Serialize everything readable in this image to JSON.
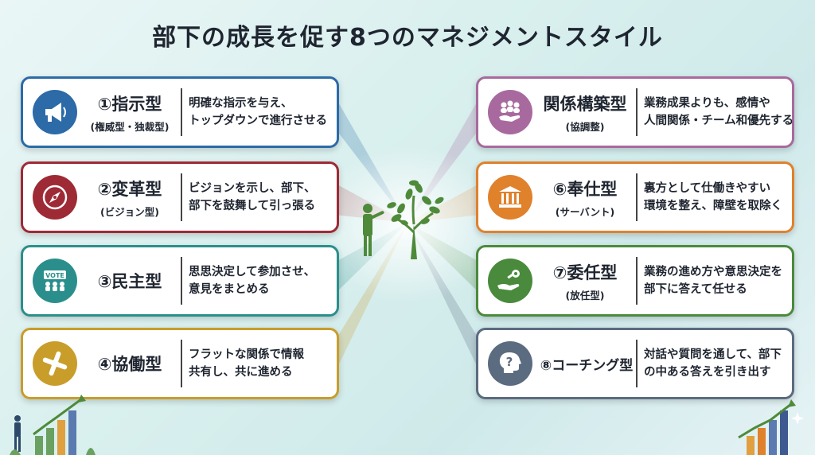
{
  "title": "部下の成長を促す8つのマネジメントスタイル",
  "colors": {
    "s1": "#2c6aa8",
    "s2": "#9e2a35",
    "s3": "#2a8f8c",
    "s4": "#c99d2a",
    "s5": "#a86a9e",
    "s6": "#e0812c",
    "s7": "#4a8a3c",
    "s8": "#5b6b80"
  },
  "styles": [
    {
      "name": "①指示型",
      "sub": "(権威型・独裁型)",
      "desc1": "明確な指示を与え、",
      "desc2": "トップダウンで進行させる",
      "icon": "megaphone-icon"
    },
    {
      "name": "②変革型",
      "sub": "(ビジョン型)",
      "desc1": "ビジョンを示し、部下、",
      "desc2": "部下を鼓舞して引っ張る",
      "icon": "compass-icon"
    },
    {
      "name": "③民主型",
      "sub": "",
      "desc1": "思思決定して参加させ、",
      "desc2": "意見をまとめる",
      "icon": "vote-icon",
      "vote_label": "VOTE"
    },
    {
      "name": "④協働型",
      "sub": "",
      "desc1": "フラットな関係で情報",
      "desc2": "共有し、共に進める",
      "icon": "hands-together-icon"
    },
    {
      "name": "関係構築型",
      "sub": "(協調整)",
      "desc1": "業務成果よりも、感情や",
      "desc2": "人間関係・チーム和優先する",
      "icon": "team-care-icon"
    },
    {
      "name": "⑥奉仕型",
      "sub": "(サーバント)",
      "desc1": "裏方として仕働きやすい",
      "desc2": "環境を整え、障壁を取除く",
      "icon": "pillars-icon"
    },
    {
      "name": "⑦委任型",
      "sub": "(放任型)",
      "desc1": "業務の進め方や意思決定を",
      "desc2": "部下に答えて任せる",
      "icon": "key-hand-icon"
    },
    {
      "name": "⑧コーチング型",
      "sub": "",
      "desc1": "対話や質問を通して、部下",
      "desc2": "の中ある答えを引き出す",
      "icon": "question-head-icon",
      "question_mark": "?"
    }
  ]
}
